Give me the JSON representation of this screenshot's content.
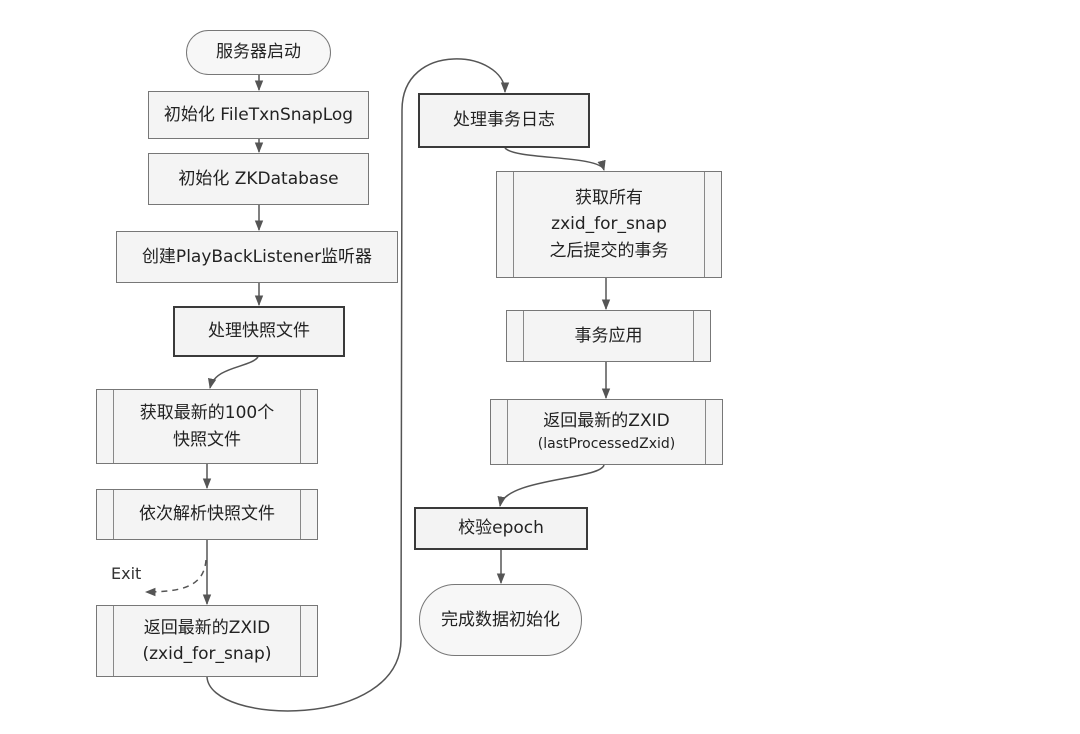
{
  "diagram": {
    "left_column": {
      "start": "服务器启动",
      "init_txn_snap_log": "初始化 FileTxnSnapLog",
      "init_zk_database": "初始化 ZKDatabase",
      "create_listener": "创建PlayBackListener监听器",
      "process_snapshots": "处理快照文件",
      "fetch_snapshots": [
        "获取最新的100个",
        "快照文件"
      ],
      "parse_snapshots": "依次解析快照文件",
      "exit_label": "Exit",
      "return_zxid": [
        "返回最新的ZXID",
        "(zxid_for_snap)"
      ]
    },
    "right_column": {
      "process_txn_log": "处理事务日志",
      "fetch_txns": [
        "获取所有",
        "zxid_for_snap",
        "之后提交的事务"
      ],
      "apply_txns": "事务应用",
      "return_zxid": [
        "返回最新的ZXID",
        "(lastProcessedZxid)"
      ],
      "verify_epoch": "校验epoch",
      "finish": "完成数据初始化"
    }
  },
  "colors": {
    "stroke": "#555555",
    "box_fill": "#f4f4f4",
    "thick_border": "#3a3a3a",
    "text": "#222222"
  }
}
